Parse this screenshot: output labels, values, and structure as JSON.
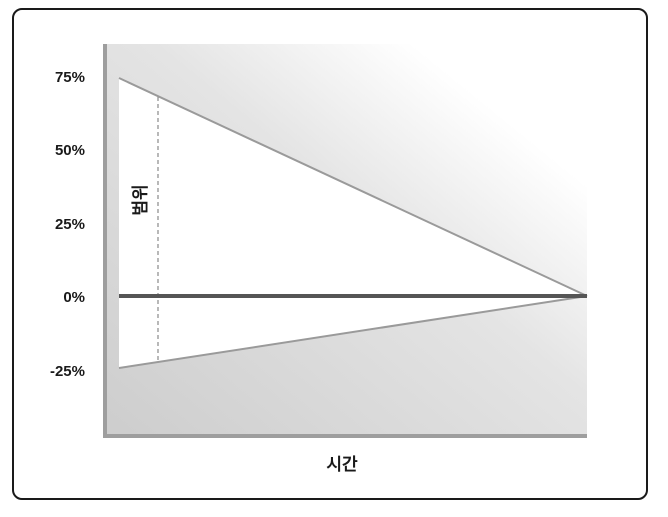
{
  "diagram": {
    "y_ticks": [
      "75%",
      "50%",
      "25%",
      "0%",
      "-25%"
    ],
    "x_axis_title": "시간",
    "range_label": "범위"
  },
  "colors": {
    "background_gradient_dark": "#cfcfcf",
    "background_gradient_light": "#ffffff",
    "cone_fill": "#ffffff",
    "cone_edge": "#9a9a9a",
    "zero_line": "#555555",
    "axis": "#9e9e9e",
    "text": "#1a1a1a",
    "frame_border": "#1a1a1a"
  }
}
